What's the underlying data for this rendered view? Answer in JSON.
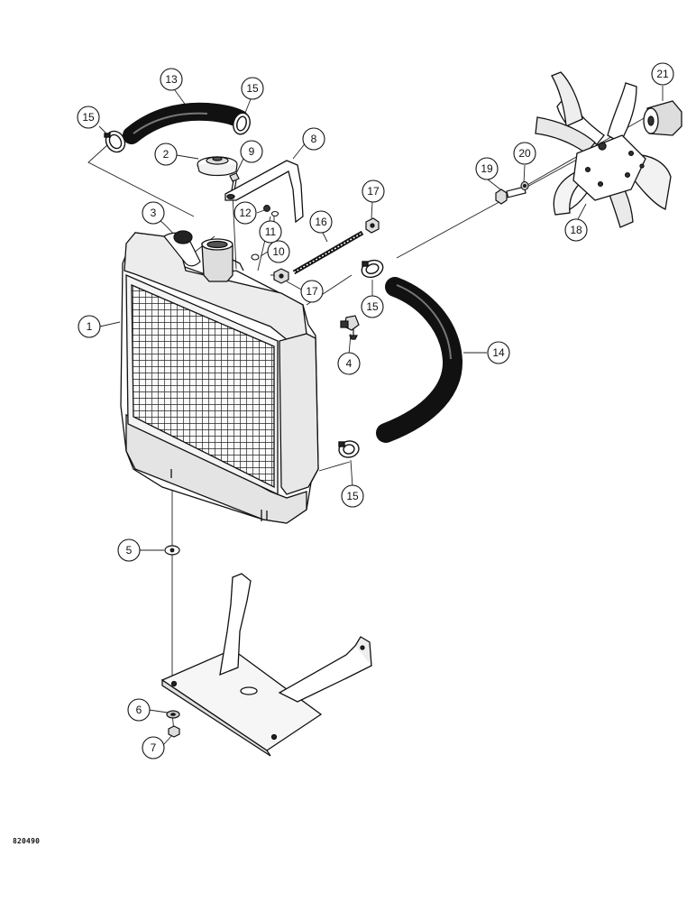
{
  "figure_code": "820490",
  "callouts": [
    {
      "id": "c1",
      "label": "1"
    },
    {
      "id": "c2",
      "label": "2"
    },
    {
      "id": "c3",
      "label": "3"
    },
    {
      "id": "c4",
      "label": "4"
    },
    {
      "id": "c5",
      "label": "5"
    },
    {
      "id": "c6",
      "label": "6"
    },
    {
      "id": "c7",
      "label": "7"
    },
    {
      "id": "c8",
      "label": "8"
    },
    {
      "id": "c9",
      "label": "9"
    },
    {
      "id": "c10",
      "label": "10"
    },
    {
      "id": "c11",
      "label": "11"
    },
    {
      "id": "c12",
      "label": "12"
    },
    {
      "id": "c13",
      "label": "13"
    },
    {
      "id": "c14",
      "label": "14"
    },
    {
      "id": "c15a",
      "label": "15"
    },
    {
      "id": "c15b",
      "label": "15"
    },
    {
      "id": "c15c",
      "label": "15"
    },
    {
      "id": "c15d",
      "label": "15"
    },
    {
      "id": "c16",
      "label": "16"
    },
    {
      "id": "c17a",
      "label": "17"
    },
    {
      "id": "c17b",
      "label": "17"
    },
    {
      "id": "c18",
      "label": "18"
    },
    {
      "id": "c19",
      "label": "19"
    },
    {
      "id": "c20",
      "label": "20"
    },
    {
      "id": "c21",
      "label": "21"
    }
  ]
}
